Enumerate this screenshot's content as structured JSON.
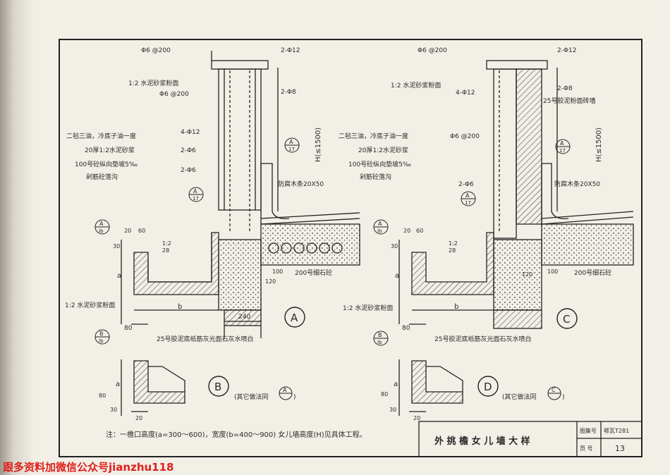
{
  "title_block": {
    "title": "外 挑 檐 女 儿 墙 大 样",
    "atlas_label": "图集号",
    "atlas_value": "鄂瓦T281",
    "page_label": "页 号",
    "page_value": "13"
  },
  "note": "注：一檐口高度(a=300～600)，宽度(b=400～900)  女儿墙高度(H)见具体工程。",
  "watermark": "跟多资料加微信公众号jianzhu118",
  "detail_a": {
    "labels": {
      "rebar_top": "Φ6 @200",
      "rebar_2_12": "2-Φ12",
      "mortar": "1:2 水泥砂浆粉面",
      "rebar_6_200": "Φ6 @200",
      "rebar_2_8": "2-Φ8",
      "felt": "二毡三油，冷底子油一度",
      "mortar20": "20厚1:2水泥砂浆",
      "slope": "100号砼纵向垫坡5‰",
      "gutter": "剁筋砼落沟",
      "rebar_4_12": "4-Φ12",
      "rebar_2_6a": "2-Φ6",
      "rebar_2_6b": "2-Φ6",
      "wood_strip": "防腐木条20X50",
      "concrete200": "200号细石砼",
      "mortar_bottom": "1:2 水泥砂浆粉面",
      "finish": "25号胶泥底纸筋灰光面石灰水喷白",
      "height": "H(≤1500)",
      "dim_b": "b",
      "dim_a": "a",
      "dim_240": "240",
      "dim_80": "80",
      "dim_30": "30",
      "dim_20": "20",
      "dim_60": "60",
      "dim_100": "100",
      "dim_120": "120",
      "slope_ratio": "1:2",
      "slope_ratio_b": "28",
      "ref_a_top": "A",
      "ref_a_bot": "17",
      "ref_ib_top": "A",
      "ref_ib_bot": "Ib",
      "circle": "A"
    }
  },
  "detail_b": {
    "circle": "B",
    "ref_top": "B",
    "ref_bot": "Ib",
    "caption": "(其它做法同",
    "caption_ref": "A",
    "caption_end": ")",
    "dim_a": "a",
    "dim_80": "80",
    "dim_30": "30",
    "dim_20": "20"
  },
  "detail_c": {
    "labels": {
      "rebar_top": "Φ6 @200",
      "rebar_2_12": "2-Φ12",
      "mortar": "1:2 水泥砂浆粉面",
      "rebar_4_12": "4-Φ12",
      "rebar_2_8": "2-Φ8",
      "wall": "25号胶泥粉面砖墙",
      "felt": "二毡三油，冷底子油一度",
      "rebar_6_200": "Φ6 @200",
      "mortar20": "20厚1:2水泥砂浆",
      "slope": "100号砼纵向垫坡5‰",
      "gutter": "剁筋砼落沟",
      "rebar_2_6": "2-Φ6",
      "wood_strip": "防腐木条20X50",
      "concrete200": "200号细石砼",
      "mortar_bottom": "1:2 水泥砂浆粉面",
      "finish": "25号胶泥底纸筋灰光面石灰水喷白",
      "height": "H(≤1500)",
      "dim_b": "b",
      "dim_a": "a",
      "dim_80": "80",
      "dim_30": "30",
      "dim_20": "20",
      "dim_60": "60",
      "dim_100": "100",
      "dim_120": "120",
      "slope_ratio": "1:2",
      "slope_ratio_b": "28",
      "ref_a_top": "A",
      "ref_a_bot": "17",
      "ref_ib_top": "A",
      "ref_ib_bot": "Ib",
      "circle": "C"
    }
  },
  "detail_d": {
    "circle": "D",
    "ref_top": "B",
    "ref_bot": "Ib",
    "caption": "(其它做法同",
    "caption_ref": "C",
    "caption_end": ")",
    "dim_a": "a",
    "dim_80": "80",
    "dim_30": "30",
    "dim_20": "20"
  }
}
